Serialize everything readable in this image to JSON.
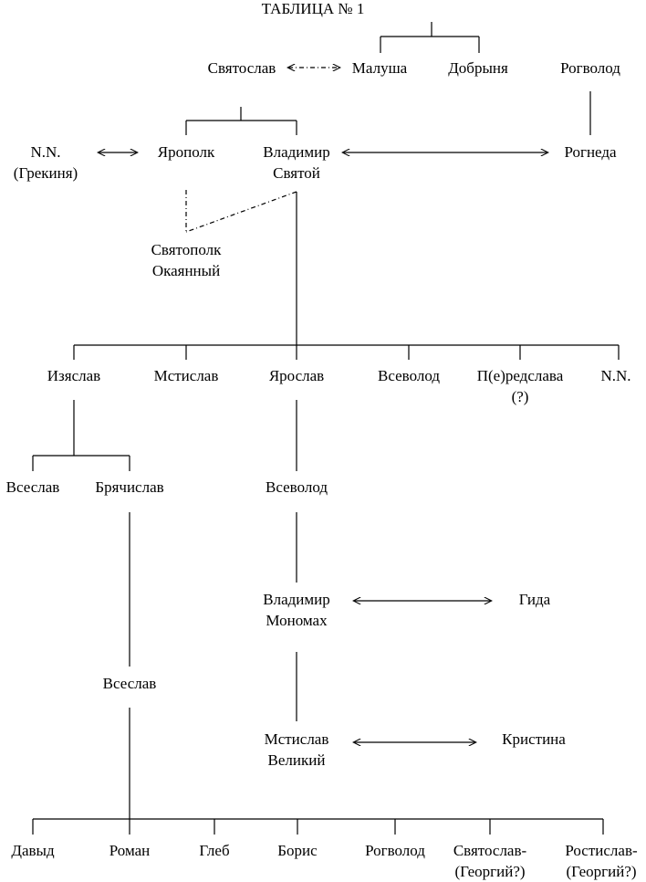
{
  "title": "ТАБЛИЦА № 1",
  "colors": {
    "ink": "#000000",
    "background": "#ffffff"
  },
  "people": {
    "svyatoslav": "Святослав",
    "malusha": "Малуша",
    "dobrynya": "Добрыня",
    "rogvolod_elder": "Рогволод",
    "nn_grekinya_name": "N.N.",
    "nn_grekinya_note": "(Грекиня)",
    "yaropolk": "Ярополк",
    "vladimir_svyatoy_1": "Владимир",
    "vladimir_svyatoy_2": "Святой",
    "rogneda": "Рогнеда",
    "svyatopolk_1": "Святополк",
    "svyatopolk_2": "Окаянный",
    "izyaslav": "Изяслав",
    "mstislav": "Мстислав",
    "yaroslav": "Ярослав",
    "vsevolod_son": "Всеволод",
    "peredslava_1": "П(е)редслава",
    "peredslava_2": "(?)",
    "nn_daughter": "N.N.",
    "vseslav_elder": "Всеслав",
    "bryachislav": "Брячислав",
    "vsevolod_grandson": "Всеволод",
    "monomakh_1": "Владимир",
    "monomakh_2": "Мономах",
    "gida": "Гида",
    "vseslav": "Всеслав",
    "mstislav_great_1": "Мстислав",
    "mstislav_great_2": "Великий",
    "kristina": "Кристина",
    "davyd": "Давыд",
    "roman": "Роман",
    "gleb": "Глеб",
    "boris": "Борис",
    "rogvolod_younger": "Рогволод",
    "svyatoslav_georgiy_1": "Святослав-",
    "svyatoslav_georgiy_2": "(Георгий?)",
    "rostislav_georgiy_1": "Ростислав-",
    "rostislav_georgiy_2": "(Георгий?)"
  }
}
